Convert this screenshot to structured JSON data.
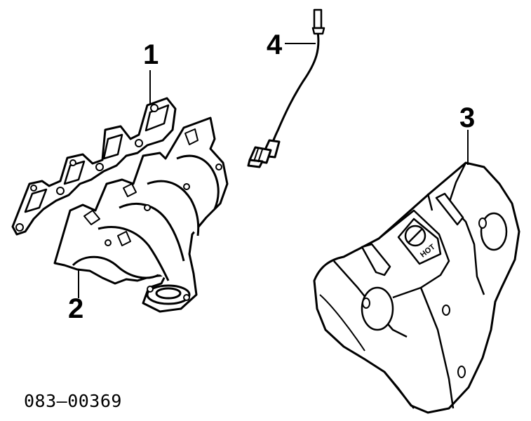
{
  "callouts": {
    "part_1": "1",
    "part_2": "2",
    "part_3": "3",
    "part_4": "4"
  },
  "heat_shield_marking": "HOT",
  "diagram_code": "083–00369",
  "colors": {
    "line": "#000000",
    "background": "#ffffff"
  }
}
